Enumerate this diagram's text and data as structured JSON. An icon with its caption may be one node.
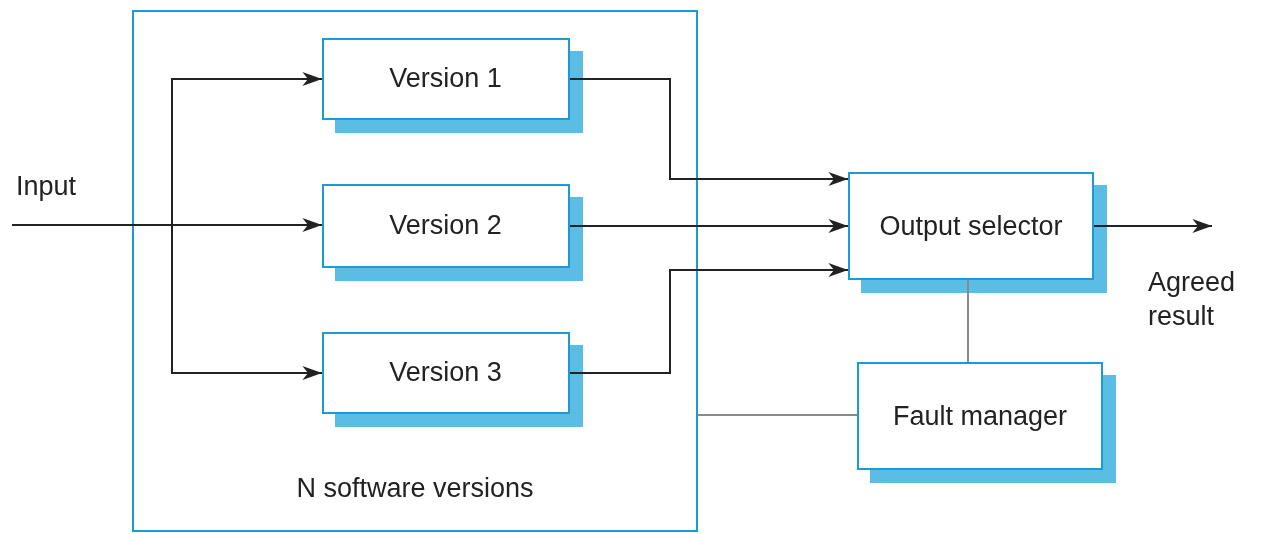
{
  "diagram": {
    "nodes": [
      {
        "text": [
          "N software versions"
        ]
      },
      {
        "text": [
          "Version 1"
        ],
        "in": 0
      },
      {
        "text": [
          "Version 2"
        ],
        "in": 0
      },
      {
        "text": [
          "Version 3"
        ],
        "in": 0
      },
      {
        "text": [
          "Output selector"
        ]
      },
      {
        "text": [
          "Fault manager"
        ]
      }
    ],
    "edges": [
      {
        "from": null,
        "to": 1,
        "arrow": "to"
      },
      {
        "from": null,
        "to": 2,
        "arrow": "to"
      },
      {
        "from": null,
        "to": 3,
        "arrow": "to"
      },
      {
        "from": 1,
        "to": 4,
        "arrow": "to"
      },
      {
        "from": 2,
        "to": 4,
        "arrow": "to"
      },
      {
        "from": 3,
        "to": 4,
        "arrow": "to"
      },
      {
        "from": 4,
        "to": null,
        "arrow": "to"
      },
      {
        "from": 4,
        "to": 5,
        "arrow": "none",
        "color": "#8a8a8a"
      },
      {
        "from": 5,
        "to": 0,
        "arrow": "none",
        "color": "#8a8a8a"
      }
    ],
    "labels": [
      "Input",
      "Agreed result"
    ]
  }
}
